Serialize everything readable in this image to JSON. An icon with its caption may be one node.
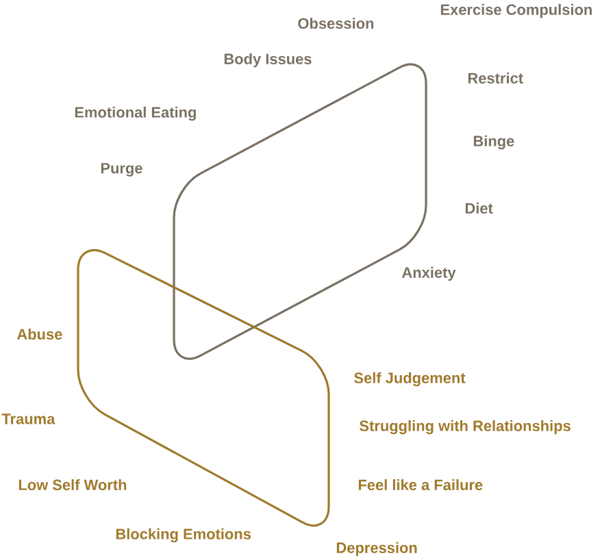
{
  "diagram": {
    "nodes": [
      {
        "text": [],
        "shape": "box"
      },
      {
        "text": [],
        "shape": "box"
      }
    ],
    "labels": [
      "Obsession",
      "Exercise Compulsion",
      "Body Issues",
      "Restrict",
      "Emotional Eating",
      "Binge",
      "Purge",
      "Diet",
      "Anxiety",
      "Abuse",
      "Self Judgement",
      "Trauma",
      "Struggling with Relationships",
      "Low Self Worth",
      "Feel like a Failure",
      "Blocking Emotions",
      "Depression"
    ]
  }
}
